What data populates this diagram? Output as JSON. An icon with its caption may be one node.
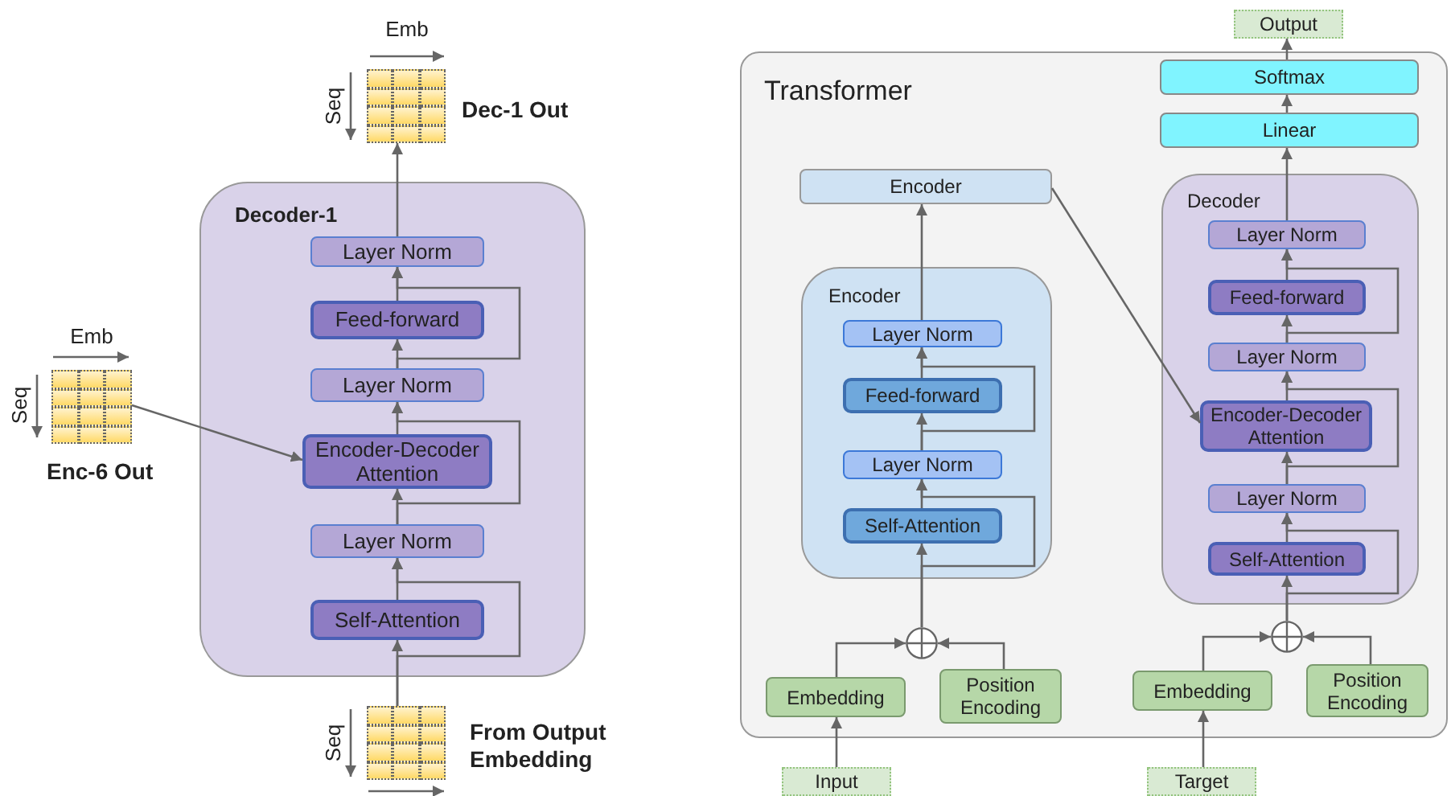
{
  "diagram": {
    "nodes": [
      {
        "text": [],
        "shape": "grid",
        "beside": [
          "Dec-1 Out"
        ]
      },
      {
        "text": [
          "Decoder-1"
        ]
      },
      {
        "text": [
          "Layer Norm"
        ],
        "in": 1
      },
      {
        "text": [
          "Feed-forward"
        ],
        "in": 1
      },
      {
        "text": [
          "Layer Norm"
        ],
        "in": 1
      },
      {
        "text": [
          "Encoder-Decoder Attention"
        ],
        "in": 1
      },
      {
        "text": [
          "Layer Norm"
        ],
        "in": 1
      },
      {
        "text": [
          "Self-Attention"
        ],
        "in": 1
      },
      {
        "text": [],
        "shape": "grid",
        "beside": [
          "Enc-6 Out"
        ]
      },
      {
        "text": [],
        "shape": "grid",
        "beside": [
          "From Output Embedding"
        ]
      },
      {
        "text": [
          "Output"
        ]
      },
      {
        "text": [
          "Transformer"
        ]
      },
      {
        "text": [
          "Softmax"
        ],
        "in": 11
      },
      {
        "text": [
          "Linear"
        ],
        "in": 11
      },
      {
        "text": [
          "Encoder"
        ],
        "in": 11
      },
      {
        "text": [
          "Encoder"
        ],
        "in": 11
      },
      {
        "text": [
          "Layer Norm"
        ],
        "in": 15
      },
      {
        "text": [
          "Feed-forward"
        ],
        "in": 15
      },
      {
        "text": [
          "Layer Norm"
        ],
        "in": 15
      },
      {
        "text": [
          "Self-Attention"
        ],
        "in": 15
      },
      {
        "text": [
          "Decoder"
        ],
        "in": 11
      },
      {
        "text": [
          "Layer Norm"
        ],
        "in": 20
      },
      {
        "text": [
          "Feed-forward"
        ],
        "in": 20
      },
      {
        "text": [
          "Layer Norm"
        ],
        "in": 20
      },
      {
        "text": [
          "Encoder-Decoder Attention"
        ],
        "in": 20
      },
      {
        "text": [
          "Layer Norm"
        ],
        "in": 20
      },
      {
        "text": [
          "Self-Attention"
        ],
        "in": 20
      },
      {
        "text": [],
        "shape": "circle",
        "in": 11
      },
      {
        "text": [
          "Embedding"
        ],
        "in": 11
      },
      {
        "text": [
          "Position Encoding"
        ],
        "in": 11
      },
      {
        "text": [],
        "shape": "circle",
        "in": 11
      },
      {
        "text": [
          "Embedding"
        ],
        "in": 11
      },
      {
        "text": [
          "Position Encoding"
        ],
        "in": 11
      },
      {
        "text": [
          "Input"
        ]
      },
      {
        "text": [
          "Target"
        ]
      }
    ],
    "edges": [
      {
        "from": 9,
        "to": 7,
        "arrow": "to"
      },
      {
        "from": 7,
        "to": 6,
        "arrow": "to"
      },
      {
        "from": 9,
        "to": 6,
        "arrow": "to"
      },
      {
        "from": 6,
        "to": 5,
        "arrow": "to"
      },
      {
        "from": 8,
        "to": 5,
        "arrow": "to"
      },
      {
        "from": 5,
        "to": 4,
        "arrow": "to"
      },
      {
        "from": 6,
        "to": 4,
        "arrow": "to"
      },
      {
        "from": 4,
        "to": 3,
        "arrow": "to"
      },
      {
        "from": 3,
        "to": 2,
        "arrow": "to"
      },
      {
        "from": 4,
        "to": 2,
        "arrow": "to"
      },
      {
        "from": 2,
        "to": 0,
        "arrow": "to"
      },
      {
        "from": 33,
        "to": 28,
        "arrow": "to"
      },
      {
        "from": 28,
        "to": 27,
        "arrow": "to"
      },
      {
        "from": 29,
        "to": 27,
        "arrow": "to"
      },
      {
        "from": 27,
        "to": 19,
        "arrow": "to"
      },
      {
        "from": 19,
        "to": 18,
        "arrow": "to"
      },
      {
        "from": 27,
        "to": 18,
        "arrow": "to"
      },
      {
        "from": 18,
        "to": 17,
        "arrow": "to"
      },
      {
        "from": 18,
        "to": 16,
        "arrow": "to"
      },
      {
        "from": 17,
        "to": 16,
        "arrow": "to"
      },
      {
        "from": 16,
        "to": 14,
        "arrow": "to"
      },
      {
        "from": 14,
        "to": 24,
        "arrow": "to"
      },
      {
        "from": 34,
        "to": 31,
        "arrow": "to"
      },
      {
        "from": 31,
        "to": 30,
        "arrow": "to"
      },
      {
        "from": 32,
        "to": 30,
        "arrow": "to"
      },
      {
        "from": 30,
        "to": 26,
        "arrow": "to"
      },
      {
        "from": 26,
        "to": 25,
        "arrow": "to"
      },
      {
        "from": 30,
        "to": 25,
        "arrow": "to"
      },
      {
        "from": 25,
        "to": 24,
        "arrow": "to"
      },
      {
        "from": 25,
        "to": 23,
        "arrow": "to"
      },
      {
        "from": 24,
        "to": 23,
        "arrow": "to"
      },
      {
        "from": 23,
        "to": 22,
        "arrow": "to"
      },
      {
        "from": 23,
        "to": 21,
        "arrow": "to"
      },
      {
        "from": 22,
        "to": 21,
        "arrow": "to"
      },
      {
        "from": 21,
        "to": 13,
        "arrow": "to"
      },
      {
        "from": 13,
        "to": 12,
        "arrow": "to"
      },
      {
        "from": 12,
        "to": 10,
        "arrow": "to"
      }
    ],
    "labels": [
      "Emb",
      "Seq",
      "Emb",
      "Seq",
      "Seq"
    ]
  }
}
